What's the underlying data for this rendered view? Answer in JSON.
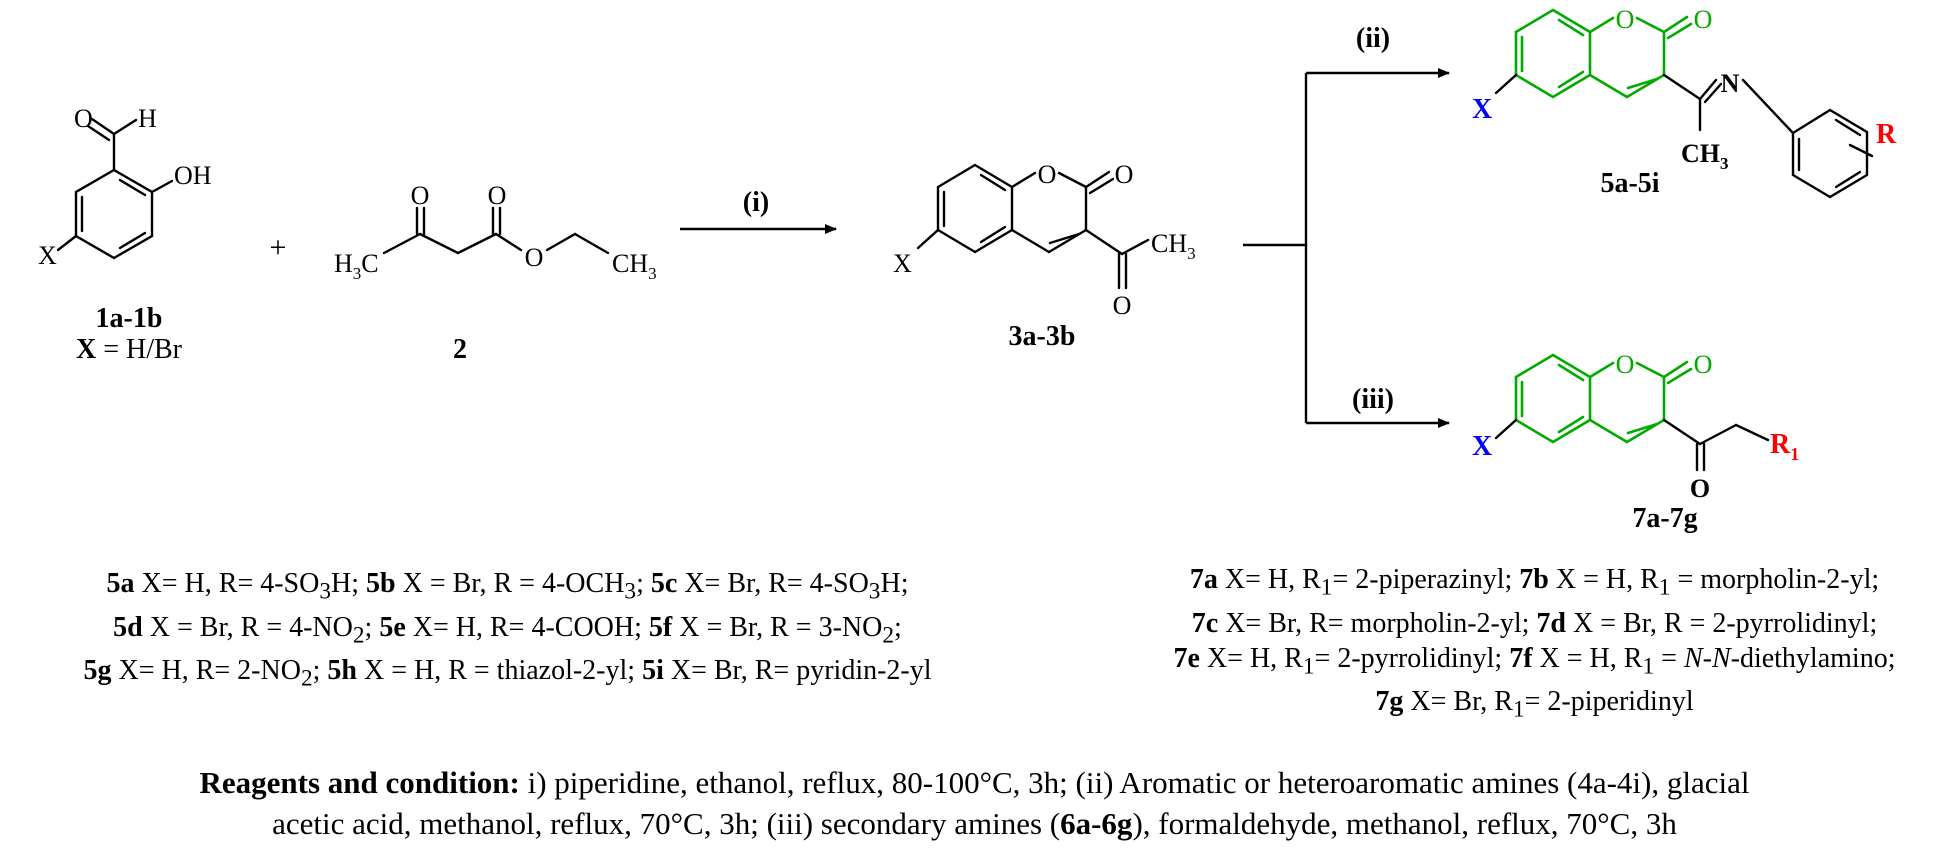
{
  "colors": {
    "ring": "#00aa00",
    "x_sub": "#0000ff",
    "r_sub": "#ff0000",
    "ink": "#000000"
  },
  "compound1": {
    "aldehyde_o": "O",
    "aldehyde_h": "H",
    "oh": "OH",
    "x": "X",
    "label": "1a-1b",
    "x_bold": "X",
    "x_value": " = H/Br"
  },
  "plus": "+",
  "compound2": {
    "o1": "O",
    "o2": "O",
    "o_ester": "O",
    "h3c_h": "H",
    "h3c_sub": "3",
    "h3c_c": "C",
    "ch3_ch": "CH",
    "ch3_sub": "3",
    "label": "2"
  },
  "step1": "(i)",
  "compound3": {
    "ring_o": "O",
    "carbonyl_o": "O",
    "ketone_o": "O",
    "x": "X",
    "ch3_ch": "CH",
    "ch3_sub": "3",
    "label": "3a-3b"
  },
  "step2": "(ii)",
  "step3": "(iii)",
  "compound5": {
    "ring_o": "O",
    "carbonyl_o": "O",
    "x": "X",
    "n": "N",
    "ch3_ch": "CH",
    "ch3_sub": "3",
    "r": "R",
    "label": "5a-5i"
  },
  "compound7": {
    "ring_o": "O",
    "carbonyl_o": "O",
    "ketone_o": "O",
    "x": "X",
    "r1_r": "R",
    "r1_sub": "1",
    "label": "7a-7g"
  },
  "series5": {
    "line1": [
      {
        "id": "5a",
        "t1": " X= H, R= 4-SO",
        "s": "3",
        "t2": "H; "
      },
      {
        "id": "5b",
        "t1": " X = Br, R = 4-OCH",
        "s": "3",
        "t2": "; "
      },
      {
        "id": "5c",
        "t1": " X= Br, R= 4-SO",
        "s": "3",
        "t2": "H;"
      }
    ],
    "line2": [
      {
        "id": "5d",
        "t1": " X = Br, R = 4-NO",
        "s": "2",
        "t2": "; "
      },
      {
        "id": "5e",
        "t1": " X= H, R= 4-COOH; "
      },
      {
        "id": "5f",
        "t1": " X = Br, R = 3-NO",
        "s": "2",
        "t2": ";"
      }
    ],
    "line3": [
      {
        "id": "5g",
        "t1": " X= H, R= 2-NO",
        "s": "2",
        "t2": "; "
      },
      {
        "id": "5h",
        "t1": " X = H, R = thiazol-2-yl; "
      },
      {
        "id": "5i",
        "t1": " X= Br, R= pyridin-2-yl"
      }
    ]
  },
  "series7": {
    "line1": [
      {
        "id": "7a",
        "t1": " X= H, R",
        "s": "1",
        "t2": "= 2-piperazinyl; "
      },
      {
        "id": "7b",
        "t1": " X = H, R",
        "s": "1",
        "t2": " = morpholin-2-yl;"
      }
    ],
    "line2": [
      {
        "id": "7c",
        "t1": " X= Br, R= morpholin-2-yl; "
      },
      {
        "id": "7d",
        "t1": " X = Br, R = 2-pyrrolidinyl;"
      }
    ],
    "line3": [
      {
        "id": "7e",
        "t1": " X= H, R",
        "s": "1",
        "t2": "= 2-pyrrolidinyl; "
      },
      {
        "id": "7f",
        "t1": " X = H, R",
        "s": "1",
        "t2": " = ",
        "it": "N-N",
        "t3": "-diethylamino;"
      }
    ],
    "line4": [
      {
        "id": "7g",
        "t1": " X= Br, R",
        "s": "1",
        "t2": "= 2-piperidinyl"
      }
    ]
  },
  "reagents": {
    "heading": "Reagents and condition:",
    "p1": " i) piperidine, ethanol, reflux, 80-100°C, 3h; (ii) Aromatic or heteroaromatic amines (4a-4i), glacial",
    "p2": "acetic acid, methanol, reflux, 70°C, 3h; (iii) secondary amines (",
    "p2_bold": "6a-6g",
    "p3": "), formaldehyde, methanol, reflux, 70°C, 3h"
  }
}
